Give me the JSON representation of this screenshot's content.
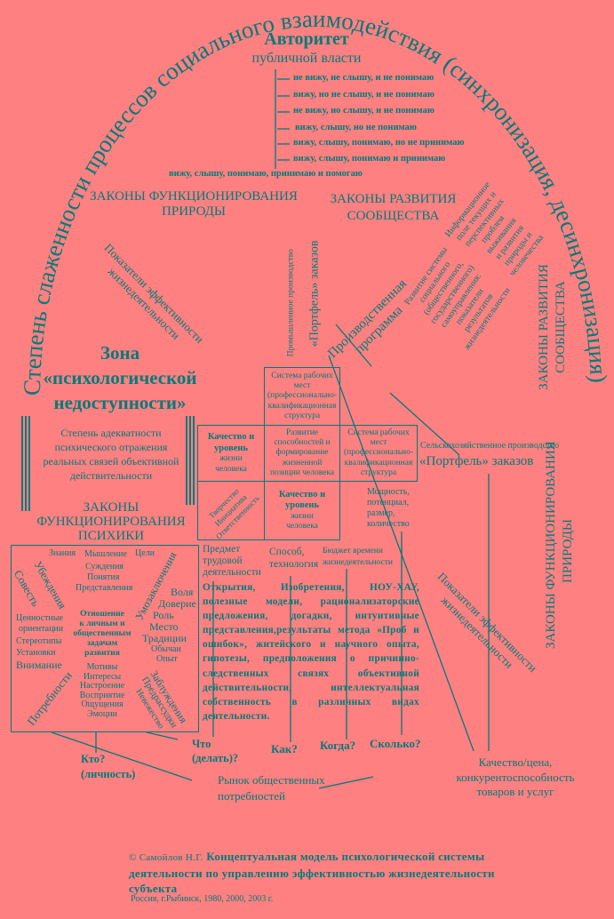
{
  "arc_title": "Степень слаженности процессов социального взаимодействия (синхронизация, десинхронизация)",
  "authority": {
    "title": "Авторитет",
    "subtitle": "публичной власти",
    "levels": [
      "не вижу, не слышу, и не понимаю",
      "вижу, но не слышу, и не понимаю",
      "не вижу, но слышу, и не понимаю",
      "вижу, слышу, но не понимаю",
      "вижу, слышу, понимаю, но не принимаю",
      "вижу, слышу, понимаю и принимаю",
      "вижу, слышу, понимаю, принимаю и помогаю"
    ]
  },
  "laws_nature_top": [
    "ЗАКОНЫ ФУНКЦИОНИРОВАНИЯ",
    "ПРИРОДЫ"
  ],
  "laws_community_top": [
    "ЗАКОНЫ РАЗВИТИЯ",
    "СООБЩЕСТВА"
  ],
  "info_field": [
    "Информационное",
    "поле текущих и",
    "перспективных",
    "проблем",
    "выживания",
    "и развития",
    "природы и",
    "человечества"
  ],
  "efficiency_left": [
    "Показатели эффективности",
    "жизнедеятельности"
  ],
  "zone": [
    "Зона",
    "«психологической",
    "недоступности»"
  ],
  "adequacy": [
    "Степень адекватности",
    "психического отражения",
    "реальных связей объективной",
    "действительности"
  ],
  "laws_psyche": [
    "ЗАКОНЫ",
    "ФУНКЦИОНИРОВАНИЯ",
    "ПСИХИКИ"
  ],
  "industrial": "Промышленное производство",
  "portfolio_vertical": "«Портфель» заказов",
  "self_government": [
    "Развитие системы",
    "социального",
    "(общественного,",
    "государственного)",
    "самоуправления:",
    "показатели",
    "результатов",
    "жизнедеятельности"
  ],
  "production_program": [
    "Производственная",
    "программа"
  ],
  "laws_community_right": [
    "ЗАКОНЫ РАЗВИТИЯ",
    "СООБЩЕСТВА"
  ],
  "agricultural": "Сельскохозяйственное производство",
  "portfolio_right": "«Портфель» заказов",
  "laws_nature_right": [
    "ЗАКОНЫ ФУНКЦИОНИРОВАНИЯ",
    "ПРИРОДЫ"
  ],
  "cells": {
    "jobs_top": [
      "Система рабочих",
      "мест",
      "(профессионально-",
      "квалификационная",
      "структура"
    ],
    "quality_left": {
      "bold": [
        "Качество и",
        "уровень"
      ],
      "normal": [
        "жизни",
        "человека"
      ]
    },
    "abilities": [
      "Развитие",
      "способностей и",
      "формирование",
      "жизненной",
      "позиции человека"
    ],
    "jobs_right": [
      "Система рабочих",
      "мест",
      "(профессионально-",
      "квалификационная",
      "структура"
    ],
    "creativity": [
      "Творчество",
      "Инициатива",
      "Ответственность"
    ],
    "quality_bottom": {
      "bold": [
        "Качество и",
        "уровень"
      ],
      "normal": [
        "жизни",
        "человека"
      ]
    }
  },
  "capacity": [
    "Мощность,",
    "потенциал,",
    "размер,",
    "количество"
  ],
  "psyche": {
    "knowledge": "Знания",
    "thinking": "Мышление",
    "goals": "Цели",
    "judgments": "Суждения",
    "concepts": "Понятия",
    "representations": "Представления",
    "beliefs": "Убеждения",
    "conscience": "Совесть",
    "inferences": "Умозаключения",
    "right_list": [
      "Воля",
      "Доверие",
      "Роль",
      "Место",
      "Традиции",
      "Обычаи",
      "Опыт"
    ],
    "left_list": [
      "Ценностные",
      "ориентации",
      "Стереотипы",
      "Установки",
      "Внимание"
    ],
    "center": [
      "Отношение",
      "к личным и",
      "общественным",
      "задачам",
      "развития"
    ],
    "bottom_list": [
      "Мотивы",
      "Интересы",
      "Настроение",
      "Восприятие",
      "Ощущения",
      "Эмоции"
    ],
    "needs": "Потребности",
    "delusions": "Заблуждения",
    "prejudices": "Предрассудки",
    "ignorance": "Невежество"
  },
  "subject": [
    "Предмет",
    "трудовой",
    "деятельности"
  ],
  "method": [
    "Способ,",
    "технология"
  ],
  "time_budget": [
    "Бюджет времени",
    "жизнедеятельности"
  ],
  "paragraph": "Открытия, Изобретения, НОУ-ХАУ, полезные модели, рационализаторские предложения, догадки, интуитивные представления,результаты метода «Проб и ошибок», житейского и научного опыта, гипотезы, предположения о причинно-следственных связях объективной действительности, интеллектуальная собственность в различных видах деятельности.",
  "efficiency_right": [
    "Показатели эффективности",
    "жизнедеятельности"
  ],
  "questions": {
    "who": [
      "Кто?",
      "(личность)"
    ],
    "what": [
      "Что",
      "(делать)?"
    ],
    "how": "Как?",
    "when": "Когда?",
    "how_much": "Сколько?"
  },
  "market": [
    "Рынок общественных",
    "потребностей"
  ],
  "quality_price": [
    "Качество/цена,",
    "конкурентоспособность",
    "товаров и услуг"
  ],
  "caption": {
    "copyright": "© Самойлов Н.Г.",
    "title": "Концептуальная модель психологической системы деятельности по управлению эффективностью жизнедеятельности субъекта",
    "place": "Россия, г.Рыбинск, 1980, 2000, 2003 г."
  },
  "colors": {
    "background": "#FF8080",
    "ink": "#007B7B"
  }
}
